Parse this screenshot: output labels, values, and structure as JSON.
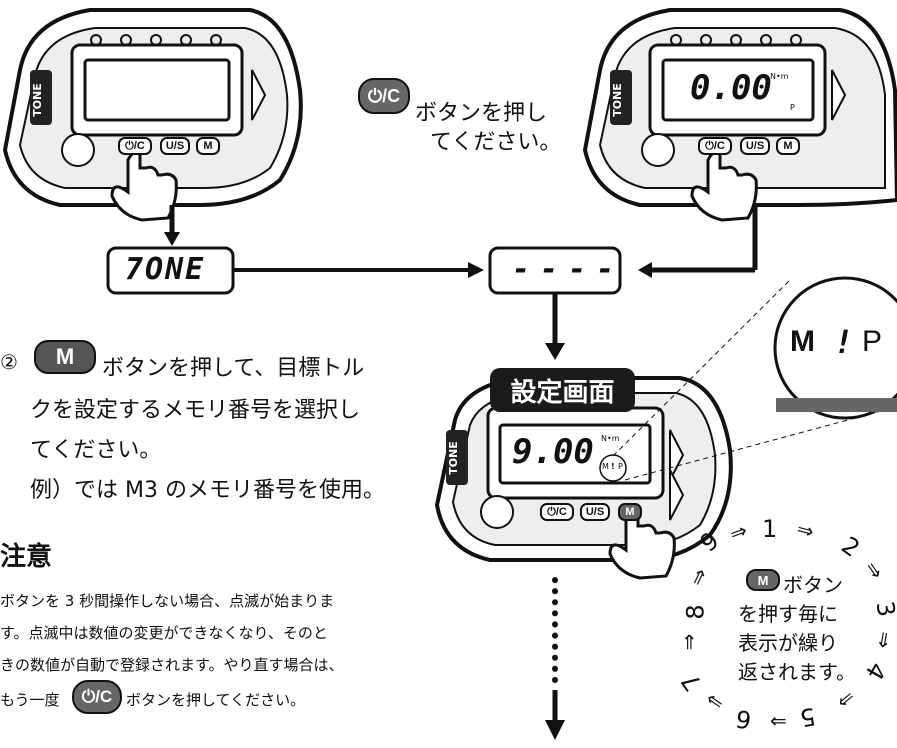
{
  "device": {
    "brand": "TONE",
    "buttons": {
      "power_clear": "⏻/C",
      "unit_select": "U/S",
      "memory": "M"
    }
  },
  "displays": {
    "top_right_reading": "0.00",
    "top_right_unit": "N•m",
    "top_right_sub": "P",
    "tone_screen": "7ONE",
    "dashes_screen": "----",
    "setting_reading": "9.00",
    "setting_unit": "N•m",
    "setting_mem": "M",
    "setting_mem_num": "!",
    "setting_mem_p": "P",
    "zoom_m": "M",
    "zoom_num": "!",
    "zoom_p": "P"
  },
  "step1": {
    "button_icon": "⏻/C",
    "line1": "ボタンを押し",
    "line2": "てください。"
  },
  "step2": {
    "number": "②",
    "button_icon": "M",
    "line1": "ボタンを押して、目標トル",
    "line2": "クを設定するメモリ番号を選択し",
    "line3": "てください。",
    "line4": "例）では M3 のメモリ番号を使用。"
  },
  "setting_screen_title": "設定画面",
  "caution": {
    "heading": "注意",
    "line1": "ボタンを 3 秒間操作しない場合、点滅が始まりま",
    "line2": "す。点滅中は数値の変更ができなくなり、そのと",
    "line3": "きの数値が自動で登録されます。やり直す場合は、",
    "line4_before": "もう一度",
    "line4_icon": "⏻/C",
    "line4_after": "ボタンを押してください。"
  },
  "cycle": {
    "button_icon": "M",
    "line1": "ボタン",
    "line2": "を押す毎に",
    "line3": "表示が繰り",
    "line4": "返されます。",
    "numbers": [
      "1",
      "2",
      "3",
      "4",
      "5",
      "6",
      "7",
      "8",
      "9"
    ],
    "arrow": "⇒"
  }
}
